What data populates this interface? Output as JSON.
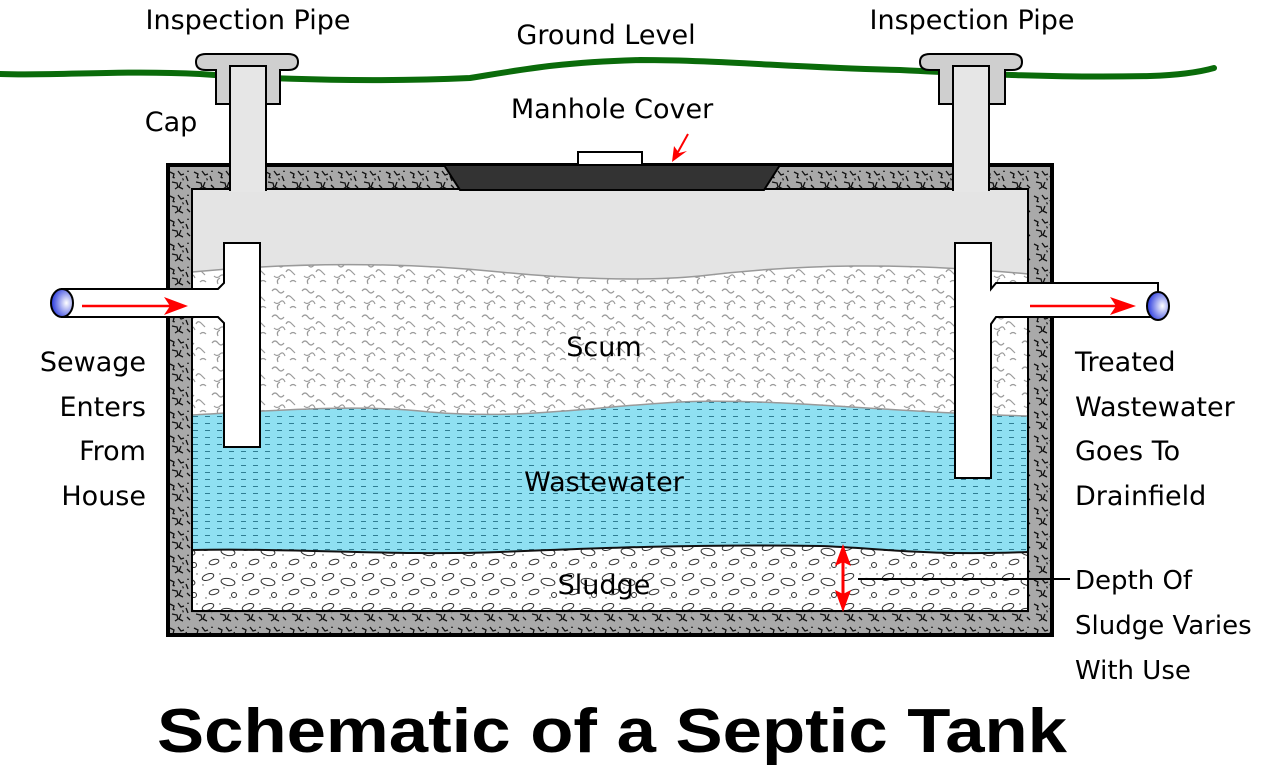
{
  "title": "Schematic of a Septic Tank",
  "labels": {
    "inspection_pipe_left": "Inspection Pipe",
    "inspection_pipe_right": "Inspection Pipe",
    "ground_level": "Ground Level",
    "cap": "Cap",
    "manhole_cover": "Manhole Cover",
    "scum": "Scum",
    "wastewater": "Wastewater",
    "sludge": "Sludge",
    "inlet": [
      "Sewage",
      "Enters",
      "From",
      "House"
    ],
    "outlet": [
      "Treated",
      "Wastewater",
      "Goes To",
      "Drainfield"
    ],
    "sludge_depth": [
      "Depth Of",
      "Sludge Varies",
      "With Use"
    ]
  },
  "colors": {
    "ground_line": "#0a6b0a",
    "concrete": "#a9a9a9",
    "tank_air": "#e4e4e4",
    "scum": "#ffffff",
    "wastewater": "#8fe0f2",
    "sludge": "#ffffff",
    "manhole": "#333333",
    "pipe": "#e6e6e6",
    "cap": "#cfcfcf",
    "arrow": "#ff0000",
    "pipe_end": "#2233dd"
  }
}
